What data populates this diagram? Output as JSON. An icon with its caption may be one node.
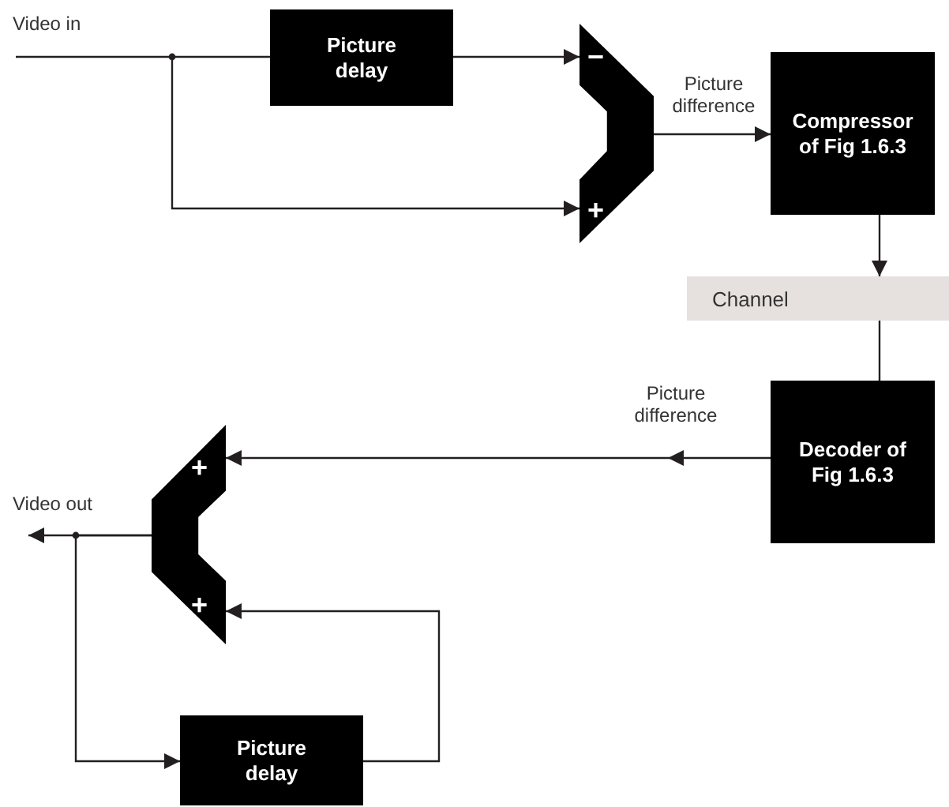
{
  "diagram": {
    "nodes": [
      {
        "text": [
          "Video in"
        ]
      },
      {
        "text": [
          "Picture delay"
        ]
      },
      {
        "text": [
          "−",
          "+"
        ]
      },
      {
        "text": [
          "Compressor of Fig 1.6.3"
        ]
      },
      {
        "text": [
          "Channel"
        ]
      },
      {
        "text": [
          "Decoder of Fig 1.6.3"
        ]
      },
      {
        "text": [
          "+",
          "+"
        ]
      },
      {
        "text": [
          "Video out"
        ]
      },
      {
        "text": [
          "Picture delay"
        ]
      }
    ],
    "edges": [
      {
        "from": 0,
        "to": 1,
        "arrow": "none"
      },
      {
        "from": 1,
        "to": 2,
        "arrow": "to"
      },
      {
        "from": 0,
        "to": 2,
        "arrow": "to"
      },
      {
        "from": 2,
        "to": 3,
        "arrow": "to",
        "label": "Picture difference"
      },
      {
        "from": 3,
        "to": 4,
        "arrow": "to"
      },
      {
        "from": 4,
        "to": 5,
        "arrow": "none"
      },
      {
        "from": 5,
        "to": 6,
        "arrow": "to",
        "label": "Picture difference"
      },
      {
        "from": 6,
        "to": 7,
        "arrow": "to"
      },
      {
        "from": 6,
        "to": 8,
        "arrow": "to"
      },
      {
        "from": 8,
        "to": 6,
        "arrow": "to"
      }
    ]
  }
}
